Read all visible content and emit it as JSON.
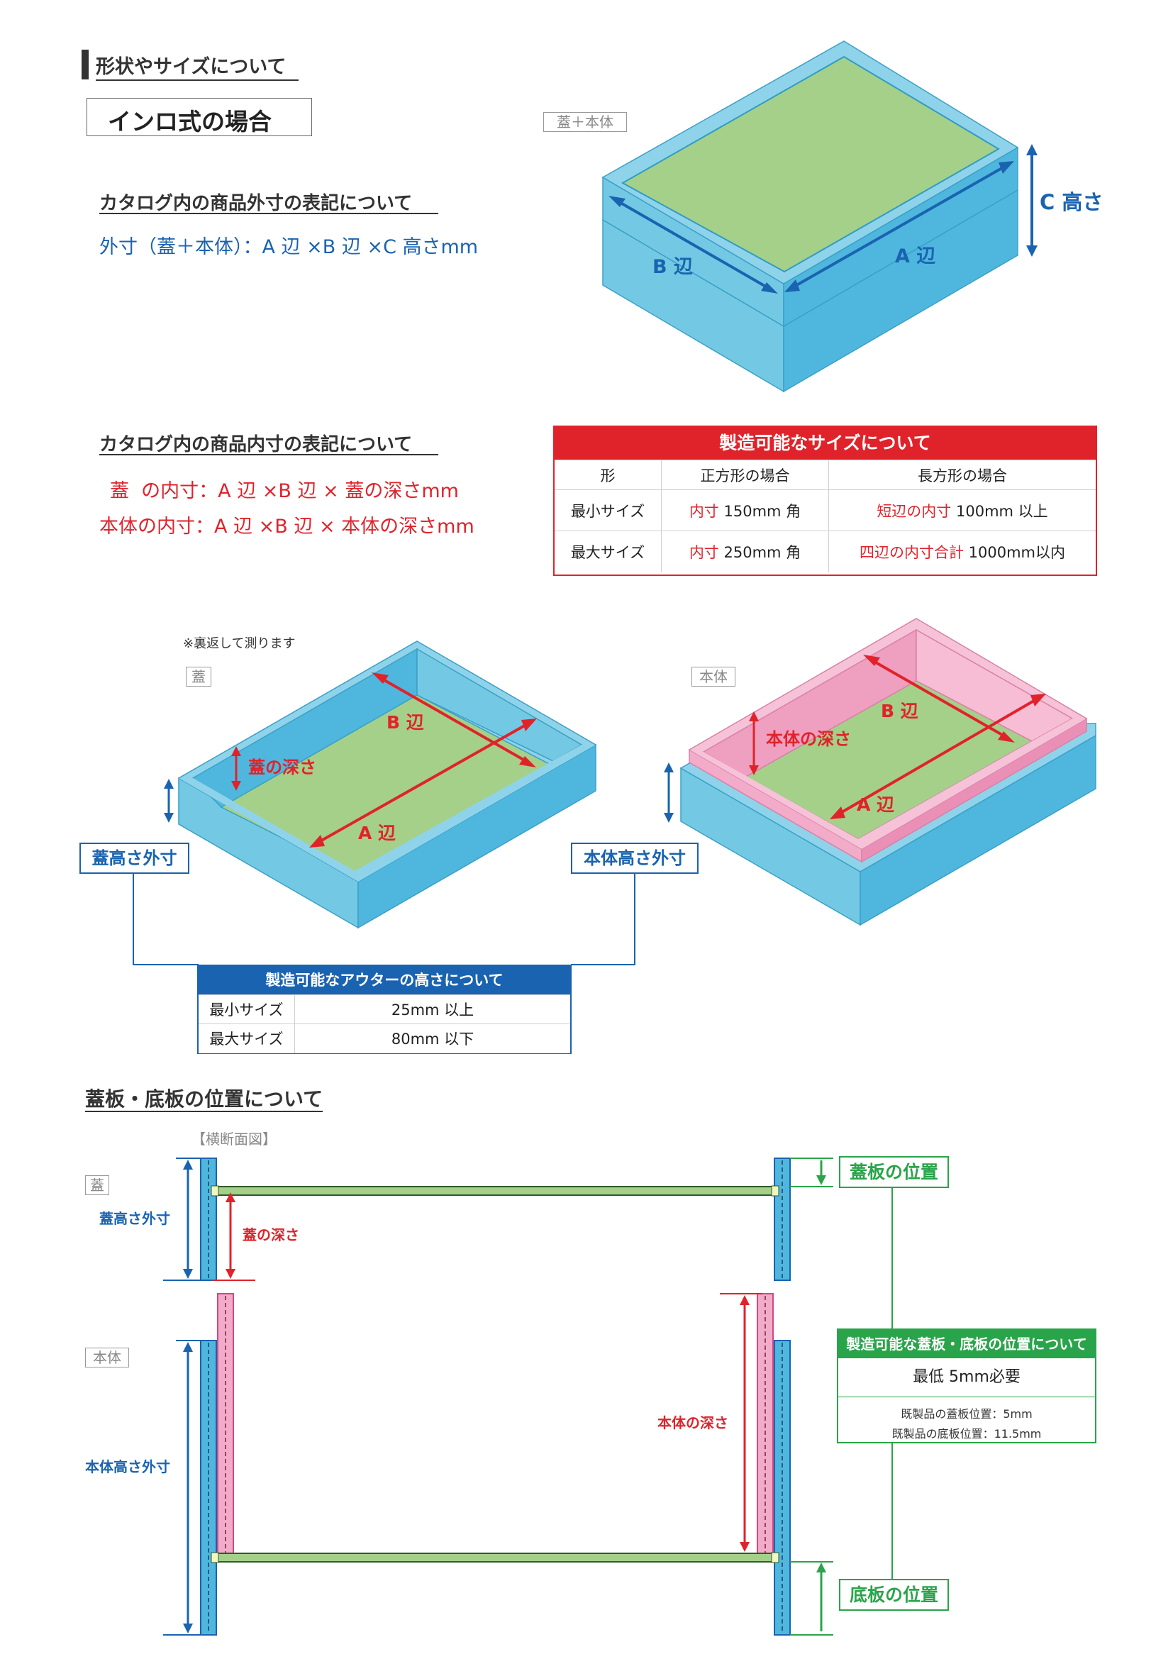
{
  "section1": {
    "heading": "形状やサイズについて",
    "case_label": "インロ式の場合"
  },
  "outer": {
    "heading": "カタログ内の商品外寸の表記について",
    "formula": "外寸（蓋＋本体）：A 辺 ×B 辺 ×C 高さmm",
    "tag": "蓋＋本体",
    "label_a": "A 辺",
    "label_b": "B 辺",
    "label_c": "C 高さ"
  },
  "inner": {
    "heading": "カタログ内の商品内寸の表記について",
    "lid_line": "蓋  の内寸：A 辺 ×B 辺 × 蓋の深さmm",
    "body_line": "本体の内寸：A 辺 ×B 辺 × 本体の深さmm"
  },
  "size_table": {
    "title": "製造可能なサイズについて",
    "headers": [
      "形",
      "正方形の場合",
      "長方形の場合"
    ],
    "rows": [
      {
        "label": "最小サイズ",
        "sq_red": "内寸",
        "sq_black": " 150mm 角",
        "rect_red": "短辺の内寸",
        "rect_black": " 100mm 以上"
      },
      {
        "label": "最大サイズ",
        "sq_red": "内寸",
        "sq_black": " 250mm 角",
        "rect_red": "四辺の内寸合計",
        "rect_black": " 1000mm以内"
      }
    ]
  },
  "lid_box": {
    "note": "※裏返して測ります",
    "tag": "蓋",
    "depth_label": "蓋の深さ",
    "a_label": "A 辺",
    "b_label": "B 辺",
    "height_label": "蓋高さ外寸"
  },
  "body_box": {
    "tag": "本体",
    "depth_label": "本体の深さ",
    "a_label": "A 辺",
    "b_label": "B 辺",
    "height_label": "本体高さ外寸"
  },
  "height_table": {
    "title": "製造可能なアウターの高さについて",
    "rows": [
      {
        "label": "最小サイズ",
        "value": "25mm 以上"
      },
      {
        "label": "最大サイズ",
        "value": "80mm 以下"
      }
    ]
  },
  "section2": {
    "heading": "蓋板・底板の位置について",
    "subtitle": "【横断面図】",
    "lid_tag": "蓋",
    "body_tag": "本体",
    "lid_height": "蓋高さ外寸",
    "lid_depth": "蓋の深さ",
    "body_height": "本体高さ外寸",
    "body_depth": "本体の深さ",
    "lid_board_pos": "蓋板の位置",
    "bottom_board_pos": "底板の位置",
    "info_title": "製造可能な蓋板・底板の位置について",
    "info_main": "最低 5mm必要",
    "info_line1": "既製品の蓋板位置：5mm",
    "info_line2": "既製品の底板位置：11.5mm"
  },
  "colors": {
    "blue": "#1a63b0",
    "red": "#e0232b",
    "green": "#2aa44a",
    "cyan_top": "#6ec9e4",
    "cyan_side": "#4fb7de",
    "board_green": "#a4d08a",
    "pink": "#f2acc9"
  }
}
